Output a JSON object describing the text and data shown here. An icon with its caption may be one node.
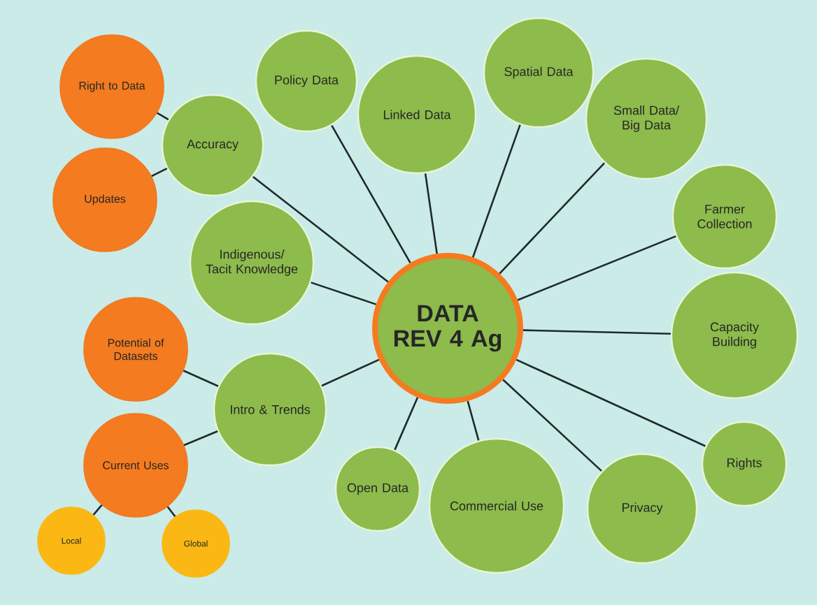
{
  "diagram": {
    "nodes": [
      {
        "text": [
          "DATA REV 4 Ag"
        ]
      },
      {
        "text": [
          "Right to Data"
        ]
      },
      {
        "text": [
          "Accuracy"
        ]
      },
      {
        "text": [
          "Updates"
        ]
      },
      {
        "text": [
          "Policy Data"
        ]
      },
      {
        "text": [
          "Linked Data"
        ]
      },
      {
        "text": [
          "Spatial Data"
        ]
      },
      {
        "text": [
          "Small Data/ Big Data"
        ]
      },
      {
        "text": [
          "Farmer Collection"
        ]
      },
      {
        "text": [
          "Indigenous/ Tacit Knowledge"
        ]
      },
      {
        "text": [
          "Capacity Building"
        ]
      },
      {
        "text": [
          "Potential of Datasets"
        ]
      },
      {
        "text": [
          "Intro & Trends"
        ]
      },
      {
        "text": [
          "Current Uses"
        ]
      },
      {
        "text": [
          "Open Data"
        ]
      },
      {
        "text": [
          "Commercial Use"
        ]
      },
      {
        "text": [
          "Privacy"
        ]
      },
      {
        "text": [
          "Rights"
        ]
      },
      {
        "text": [
          "Local"
        ]
      },
      {
        "text": [
          "Global"
        ]
      }
    ],
    "edges": [
      {
        "from": 2,
        "to": 1,
        "arrow": "none"
      },
      {
        "from": 2,
        "to": 3,
        "arrow": "none"
      },
      {
        "from": 0,
        "to": 2,
        "arrow": "none"
      },
      {
        "from": 0,
        "to": 4,
        "arrow": "none"
      },
      {
        "from": 0,
        "to": 5,
        "arrow": "none"
      },
      {
        "from": 0,
        "to": 6,
        "arrow": "none"
      },
      {
        "from": 0,
        "to": 7,
        "arrow": "none"
      },
      {
        "from": 0,
        "to": 8,
        "arrow": "none"
      },
      {
        "from": 0,
        "to": 9,
        "arrow": "none"
      },
      {
        "from": 0,
        "to": 10,
        "arrow": "none"
      },
      {
        "from": 0,
        "to": 12,
        "arrow": "none"
      },
      {
        "from": 0,
        "to": 14,
        "arrow": "none"
      },
      {
        "from": 0,
        "to": 15,
        "arrow": "none"
      },
      {
        "from": 0,
        "to": 16,
        "arrow": "none"
      },
      {
        "from": 0,
        "to": 17,
        "arrow": "none"
      },
      {
        "from": 12,
        "to": 11,
        "arrow": "none"
      },
      {
        "from": 12,
        "to": 13,
        "arrow": "none"
      },
      {
        "from": 13,
        "to": 18,
        "arrow": "none"
      },
      {
        "from": 13,
        "to": 19,
        "arrow": "none"
      }
    ]
  }
}
